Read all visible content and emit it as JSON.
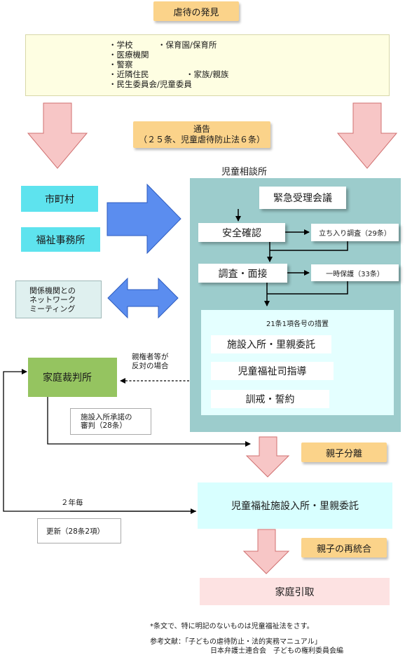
{
  "discovery": {
    "title": "虐待の発見",
    "sources": [
      [
        "・学校",
        "・保育園/保育所"
      ],
      [
        "・医療機関",
        ""
      ],
      [
        "・警察",
        ""
      ],
      [
        "・近隣住民",
        "・家族/親族"
      ],
      [
        "・民生委員会/児童委員",
        ""
      ]
    ]
  },
  "notification": {
    "line1": "通告",
    "line2": "（２５条、児童虐待防止法６条）"
  },
  "left": {
    "municipality": "市町村",
    "welfare_office": "福祉事務所",
    "network": "関係機関との\nネットワーク\nミーティング"
  },
  "center": {
    "title": "児童相談所",
    "emergency": "緊急受理会議",
    "safety": "安全確認",
    "onsite": "立ち入り調査（29条）",
    "investigation": "調査・面接",
    "temporary": "一時保護（33条）",
    "measures": {
      "title": "21条1項各号の措置",
      "items": [
        "施設入所・里親委託",
        "児童福祉司指導",
        "訓戒・誓約"
      ]
    }
  },
  "court": {
    "name": "家庭裁判所",
    "objection": "親権者等が\n反対の場合",
    "approval": "施設入所承諾の\n審判（28条）",
    "every2years": "２年毎",
    "renewal": "更新（28条2項）"
  },
  "flow": {
    "separation": "親子分離",
    "placement": "児童福祉施設入所・里親委託",
    "reunification": "親子の再統合",
    "return_home": "家庭引取"
  },
  "notes": {
    "note": "*条文で、特に明記のないものは児童福祉法をさす。",
    "ref1": "参考文献：「子どもの虐待防止・法的実務マニュアル」",
    "ref2": "日本弁護士連合会　子どもの権利委員会編"
  }
}
